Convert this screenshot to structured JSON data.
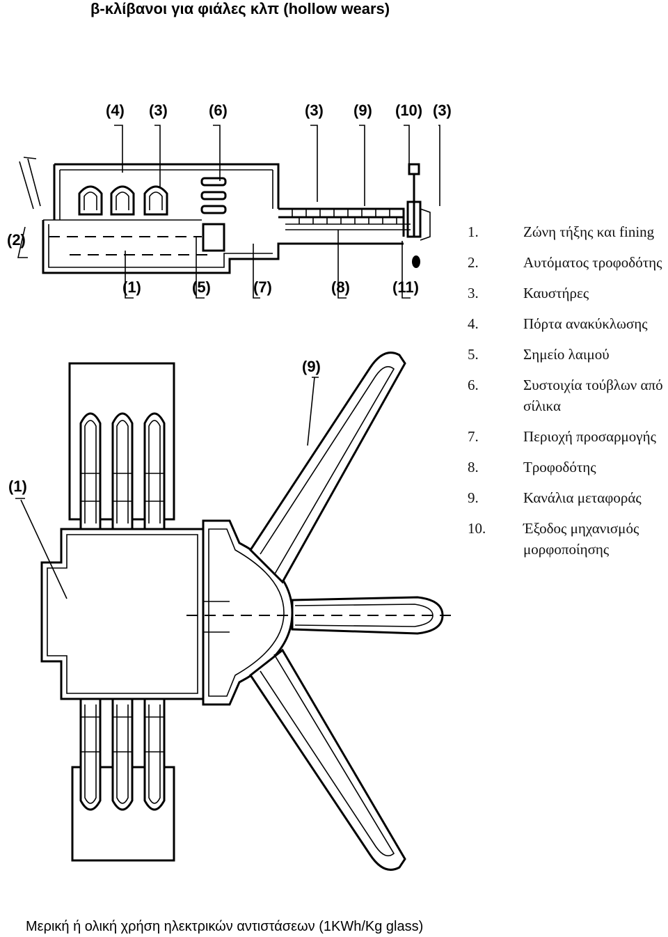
{
  "title": "β-κλίβανοι για φιάλες κλπ (hollow wears)",
  "caption": "Μερική ή ολική χρήση ηλεκτρικών αντιστάσεων (1KWh/Kg glass)",
  "legend": [
    {
      "num": "1.",
      "text": "Ζώνη τήξης και fining"
    },
    {
      "num": "2.",
      "text": "Αυτόματος τροφοδότης"
    },
    {
      "num": "3.",
      "text": "Καυστήρες"
    },
    {
      "num": "4.",
      "text": "Πόρτα ανακύκλωσης"
    },
    {
      "num": "5.",
      "text": "Σημείο λαιμού"
    },
    {
      "num": "6.",
      "text": "Συστοιχία τούβλων από σίλικα"
    },
    {
      "num": "7.",
      "text": "Περιοχή προσαρμογής"
    },
    {
      "num": "8.",
      "text": "Τροφοδότης"
    },
    {
      "num": "9.",
      "text": "Κανάλια μεταφοράς"
    },
    {
      "num": "10.",
      "text": "Έξοδος μηχανισμός μορφοποίησης"
    }
  ],
  "callouts": {
    "top": [
      "(4)",
      "(3)",
      "(6)",
      "(3)",
      "(9)",
      "(10)",
      "(3)"
    ],
    "bottom": [
      "(1)",
      "(5)",
      "(7)",
      "(8)",
      "(11)"
    ],
    "side": "(2)",
    "plan_channel": "(9)",
    "plan_melter": "(1)"
  }
}
